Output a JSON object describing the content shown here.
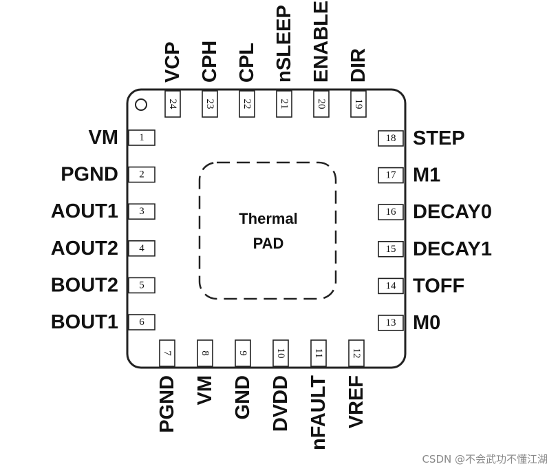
{
  "package": {
    "thermal_pad": {
      "line1": "Thermal",
      "line2": "PAD"
    },
    "left_pins": [
      {
        "num": "1",
        "label": "VM"
      },
      {
        "num": "2",
        "label": "PGND"
      },
      {
        "num": "3",
        "label": "AOUT1"
      },
      {
        "num": "4",
        "label": "AOUT2"
      },
      {
        "num": "5",
        "label": "BOUT2"
      },
      {
        "num": "6",
        "label": "BOUT1"
      }
    ],
    "bottom_pins": [
      {
        "num": "7",
        "label": "PGND"
      },
      {
        "num": "8",
        "label": "VM"
      },
      {
        "num": "9",
        "label": "GND"
      },
      {
        "num": "10",
        "label": "DVDD"
      },
      {
        "num": "11",
        "label": "nFAULT"
      },
      {
        "num": "12",
        "label": "VREF"
      }
    ],
    "right_pins": [
      {
        "num": "13",
        "label": "M0"
      },
      {
        "num": "14",
        "label": "TOFF"
      },
      {
        "num": "15",
        "label": "DECAY1"
      },
      {
        "num": "16",
        "label": "DECAY0"
      },
      {
        "num": "17",
        "label": "M1"
      },
      {
        "num": "18",
        "label": "STEP"
      }
    ],
    "top_pins": [
      {
        "num": "19",
        "label": "DIR"
      },
      {
        "num": "20",
        "label": "ENABLE"
      },
      {
        "num": "21",
        "label": "nSLEEP"
      },
      {
        "num": "22",
        "label": "CPL"
      },
      {
        "num": "23",
        "label": "CPH"
      },
      {
        "num": "24",
        "label": "VCP"
      }
    ]
  },
  "watermark": "CSDN @不会武功不懂江湖"
}
